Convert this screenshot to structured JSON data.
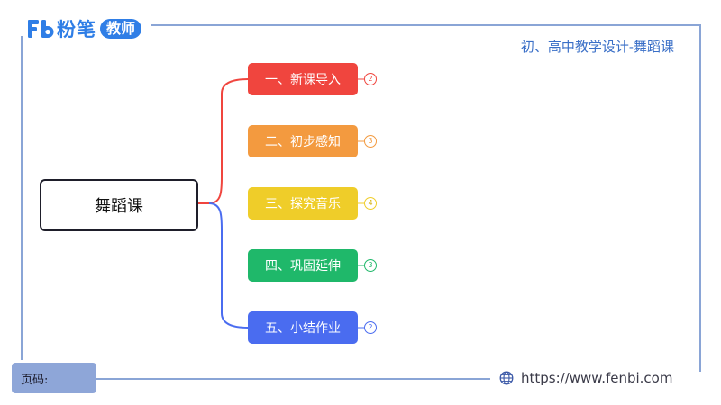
{
  "logo": {
    "brand_text": "粉笔",
    "badge_text": "教师"
  },
  "header": {
    "title": "初、高中教学设计-舞蹈课"
  },
  "mindmap": {
    "root": "舞蹈课",
    "branches": [
      {
        "label": "一、新课导入",
        "count": "2",
        "color": "#f0453e"
      },
      {
        "label": "二、初步感知",
        "count": "3",
        "color": "#f39a3f"
      },
      {
        "label": "三、探究音乐",
        "count": "4",
        "color": "#efcd29"
      },
      {
        "label": "四、巩固延伸",
        "count": "3",
        "color": "#1fb86a"
      },
      {
        "label": "五、小结作业",
        "count": "2",
        "color": "#4a6cf0"
      }
    ]
  },
  "footer": {
    "page_label": "页码:",
    "url": "https://www.fenbi.com"
  },
  "colors": {
    "frame": "#8aa5d6",
    "brand": "#2f7ee6"
  }
}
